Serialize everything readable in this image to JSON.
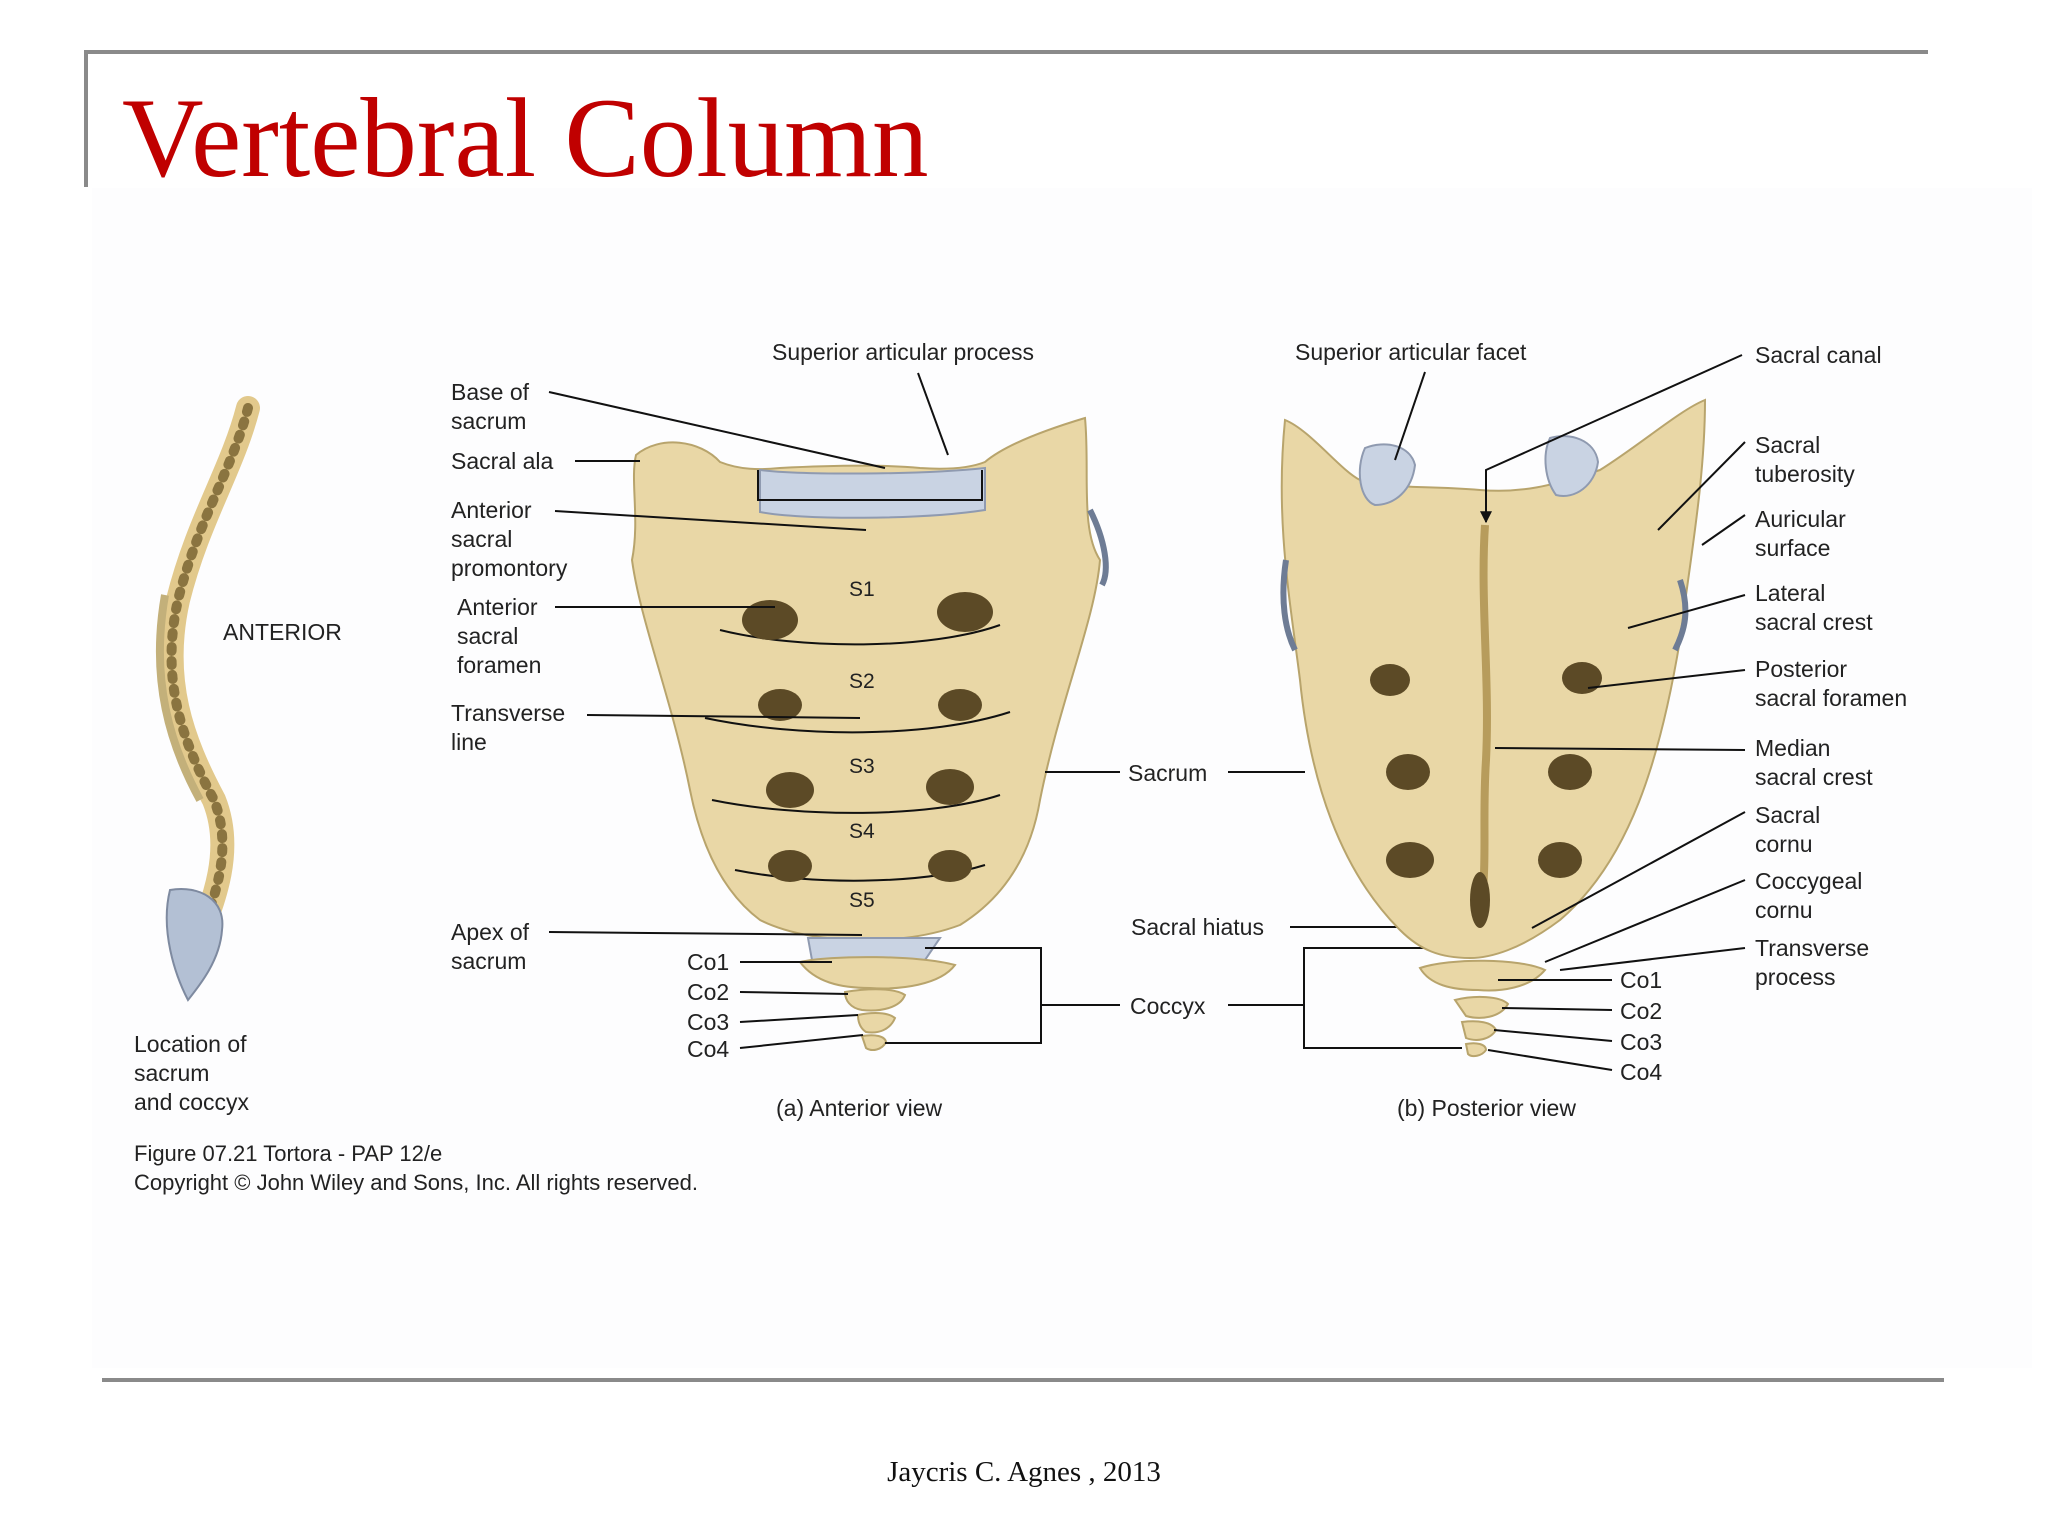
{
  "slide": {
    "title": "Vertebral Column",
    "footer": "Jaycris C. Agnes , 2013"
  },
  "colors": {
    "title": "#c00000",
    "bone": "#e9d7a6",
    "cartilage": "#b9c4d8",
    "rule": "#8a8a8a"
  },
  "spine": {
    "direction_label": "ANTERIOR",
    "caption": [
      "Location of",
      "sacrum",
      "and coccyx"
    ]
  },
  "anterior": {
    "segments": [
      "S1",
      "S2",
      "S3",
      "S4",
      "S5"
    ],
    "labels": {
      "superior_articular_process": "Superior articular process",
      "base_of_sacrum": [
        "Base of",
        "sacrum"
      ],
      "sacral_ala": "Sacral ala",
      "anterior_sacral_promontory": [
        "Anterior",
        "sacral",
        "promontory"
      ],
      "anterior_sacral_foramen": [
        "Anterior",
        "sacral",
        "foramen"
      ],
      "transverse_line": [
        "Transverse",
        "line"
      ],
      "apex_of_sacrum": [
        "Apex of",
        "sacrum"
      ]
    },
    "coccyx": [
      "Co1",
      "Co2",
      "Co3",
      "Co4"
    ],
    "caption": "(a) Anterior view"
  },
  "shared": {
    "sacrum": "Sacrum",
    "coccyx": "Coccyx",
    "sacral_hiatus": "Sacral hiatus"
  },
  "posterior": {
    "labels": {
      "superior_articular_facet": "Superior articular facet",
      "sacral_canal": "Sacral canal",
      "sacral_tuberosity": [
        "Sacral",
        "tuberosity"
      ],
      "auricular_surface": [
        "Auricular",
        "surface"
      ],
      "lateral_sacral_crest": [
        "Lateral",
        "sacral crest"
      ],
      "posterior_sacral_foramen": [
        "Posterior",
        "sacral foramen"
      ],
      "median_sacral_crest": [
        "Median",
        "sacral crest"
      ],
      "sacral_cornu": [
        "Sacral",
        "cornu"
      ],
      "coccygeal_cornu": [
        "Coccygeal",
        "cornu"
      ],
      "transverse_process": [
        "Transverse",
        "process"
      ]
    },
    "coccyx": [
      "Co1",
      "Co2",
      "Co3",
      "Co4"
    ],
    "caption": "(b) Posterior view"
  },
  "credit": {
    "figure": "Figure 07.21  Tortora - PAP 12/e",
    "copyright": "Copyright © John Wiley and Sons, Inc. All rights reserved."
  }
}
